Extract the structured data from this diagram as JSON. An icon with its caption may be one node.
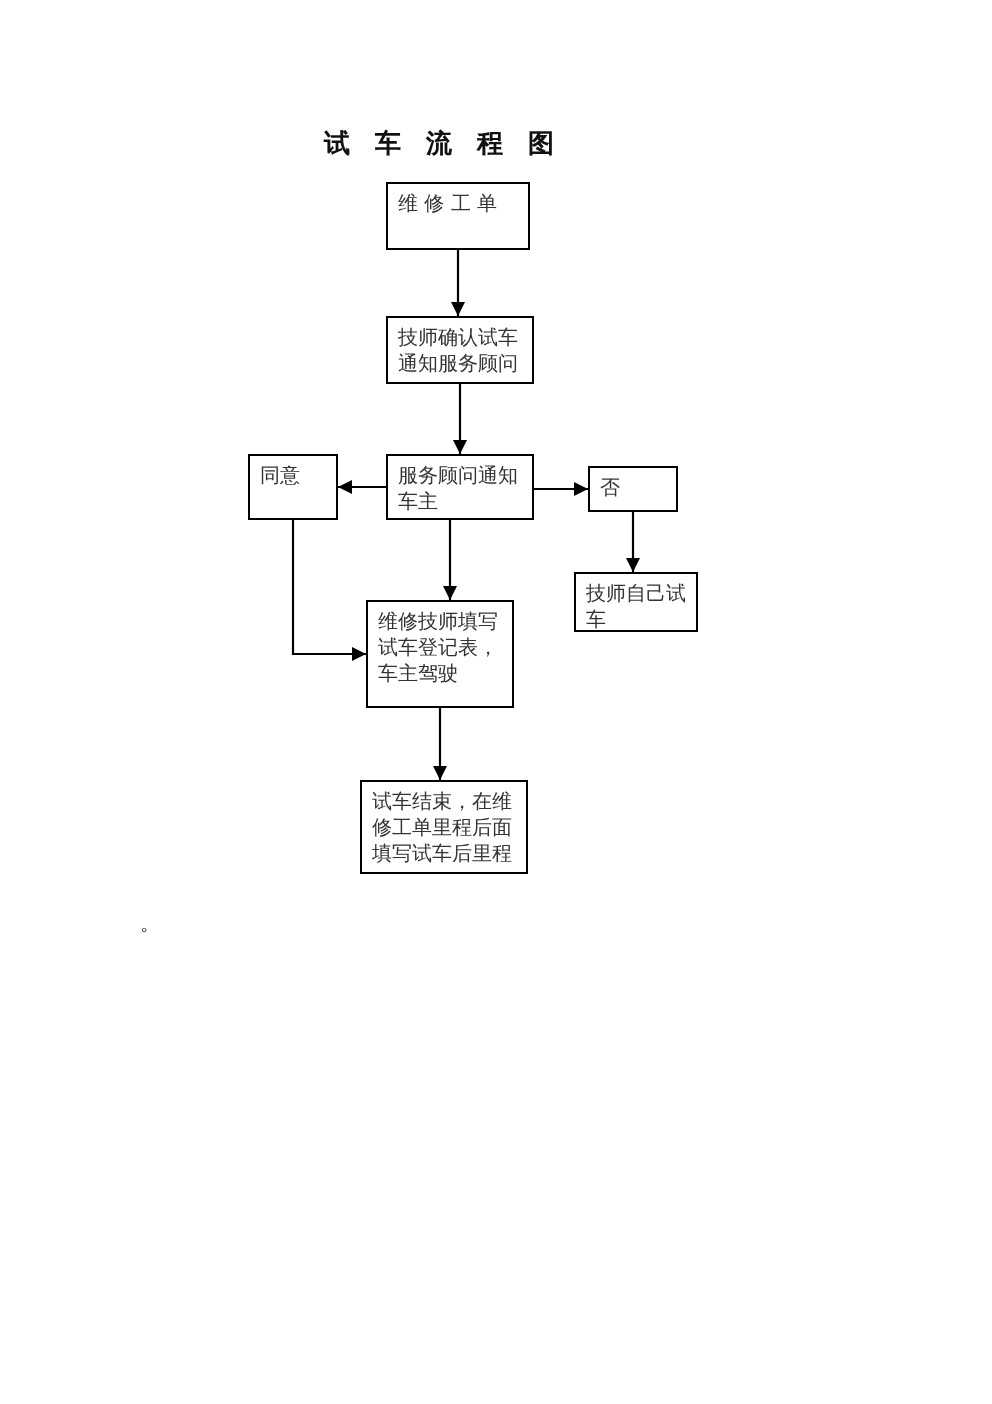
{
  "diagram": {
    "title": "试 车 流 程 图",
    "nodes": [
      {
        "text": [
          "维 修 工 单"
        ]
      },
      {
        "text": [
          "技师确认试车通知服务顾问"
        ]
      },
      {
        "text": [
          "服务顾问通知车主"
        ]
      },
      {
        "text": [
          "同意"
        ]
      },
      {
        "text": [
          "否"
        ]
      },
      {
        "text": [
          "技师自己试车"
        ]
      },
      {
        "text": [
          "维修技师填写试车登记表，车主驾驶"
        ]
      },
      {
        "text": [
          "试车结束，在维修工单里程后面填写试车后里程"
        ]
      }
    ],
    "edges": [
      {
        "from": 0,
        "to": 1,
        "arrow": "to"
      },
      {
        "from": 1,
        "to": 2,
        "arrow": "to"
      },
      {
        "from": 2,
        "to": 3,
        "arrow": "to"
      },
      {
        "from": 2,
        "to": 4,
        "arrow": "to"
      },
      {
        "from": 4,
        "to": 5,
        "arrow": "to"
      },
      {
        "from": 2,
        "to": 6,
        "arrow": "to"
      },
      {
        "from": 3,
        "to": 6,
        "arrow": "to"
      },
      {
        "from": 6,
        "to": 7,
        "arrow": "to"
      }
    ],
    "labels": [
      "。"
    ]
  }
}
